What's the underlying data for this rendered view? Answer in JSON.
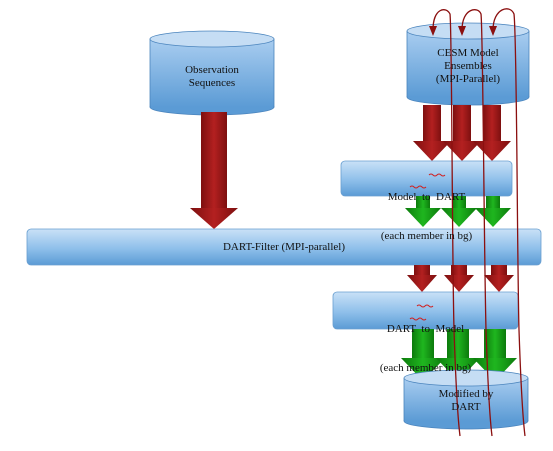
{
  "nodes": {
    "observation_sequences": {
      "line1": "Observation",
      "line2": "Sequences"
    },
    "cesm_model_ensembles": {
      "line1": "CESM Model",
      "line2": "Ensembles",
      "line3": "(MPI-Parallel)"
    },
    "model_to_dart": {
      "line1": "Model  to  DART",
      "line2": "(each member in bg)"
    },
    "dart_filter": {
      "line1": "DART-Filter (MPI-parallel)"
    },
    "dart_to_model": {
      "line1": "DART  to  Model",
      "line2": "(each member in bg)"
    },
    "modified_by_dart": {
      "line1": "Modified by",
      "line2": "DART"
    }
  },
  "colors": {
    "box_light": "#bcd9f4",
    "box_dark": "#5b9bd5",
    "arrow_red": "#9e1a1a",
    "arrow_green": "#139a13",
    "loop_line": "#8b1010"
  }
}
